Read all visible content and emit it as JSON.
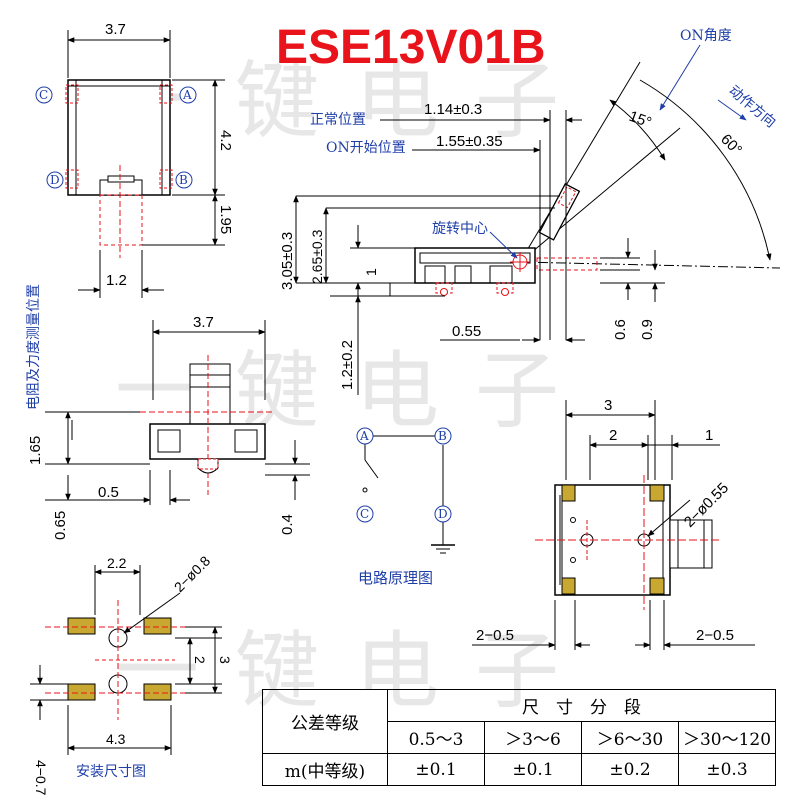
{
  "title": "ESE13V01B",
  "colors": {
    "title": "#e8131b",
    "annotation": "#1e3ea8",
    "red_dash": "#e8131b",
    "pad": "#c8a830"
  },
  "watermark": [
    "一",
    "键",
    "电",
    "子"
  ],
  "top_left_view": {
    "width": "3.7",
    "height": "4.2",
    "tab": "1.95",
    "bottom_width": "1.2",
    "terminals": [
      "C",
      "A",
      "D",
      "B"
    ]
  },
  "side_view": {
    "on_angle_label": "ON角度",
    "direction_label": "动作方向",
    "angle_15": "15°",
    "angle_60": "60°",
    "normal_position_label": "正常位置",
    "normal_position_dim": "1.14±0.3",
    "on_start_label": "ON开始位置",
    "on_start_dim": "1.55±0.35",
    "rotation_center_label": "旋转中心",
    "h_305": "3.05±0.3",
    "h_265": "2.65±0.3",
    "h_1": "1",
    "h_12": "1.2±0.2",
    "w_055": "0.55",
    "h_06": "0.6",
    "h_09": "0.9"
  },
  "front_view": {
    "vertical_label": "电阻及力度测量位置",
    "width": "3.7",
    "h_165": "1.65",
    "h_065": "0.65",
    "w_05": "0.5",
    "h_04": "0.4"
  },
  "circuit": {
    "terminals": [
      "A",
      "B",
      "C",
      "D"
    ],
    "caption": "电路原理图"
  },
  "bottom_right_view": {
    "d3": "3",
    "d2": "2",
    "d1": "1",
    "hole": "2−ø0.55",
    "left_pad": "2−0.5",
    "right_pad": "2−0.5"
  },
  "mount": {
    "d22": "2.2",
    "hole": "2−ø0.8",
    "d2": "2",
    "d3": "3",
    "d43": "4.3",
    "d407": "4−0.7",
    "caption": "安装尺寸图"
  },
  "tolerance_table": {
    "header_label": "公差等级",
    "range_header": "尺　寸　分　段",
    "ranges": [
      "0.5～3",
      "＞3～6",
      "＞6～30",
      "＞30～120"
    ],
    "grade_label": "m(中等级)",
    "values": [
      "±0.1",
      "±0.1",
      "±0.2",
      "±0.3"
    ]
  }
}
